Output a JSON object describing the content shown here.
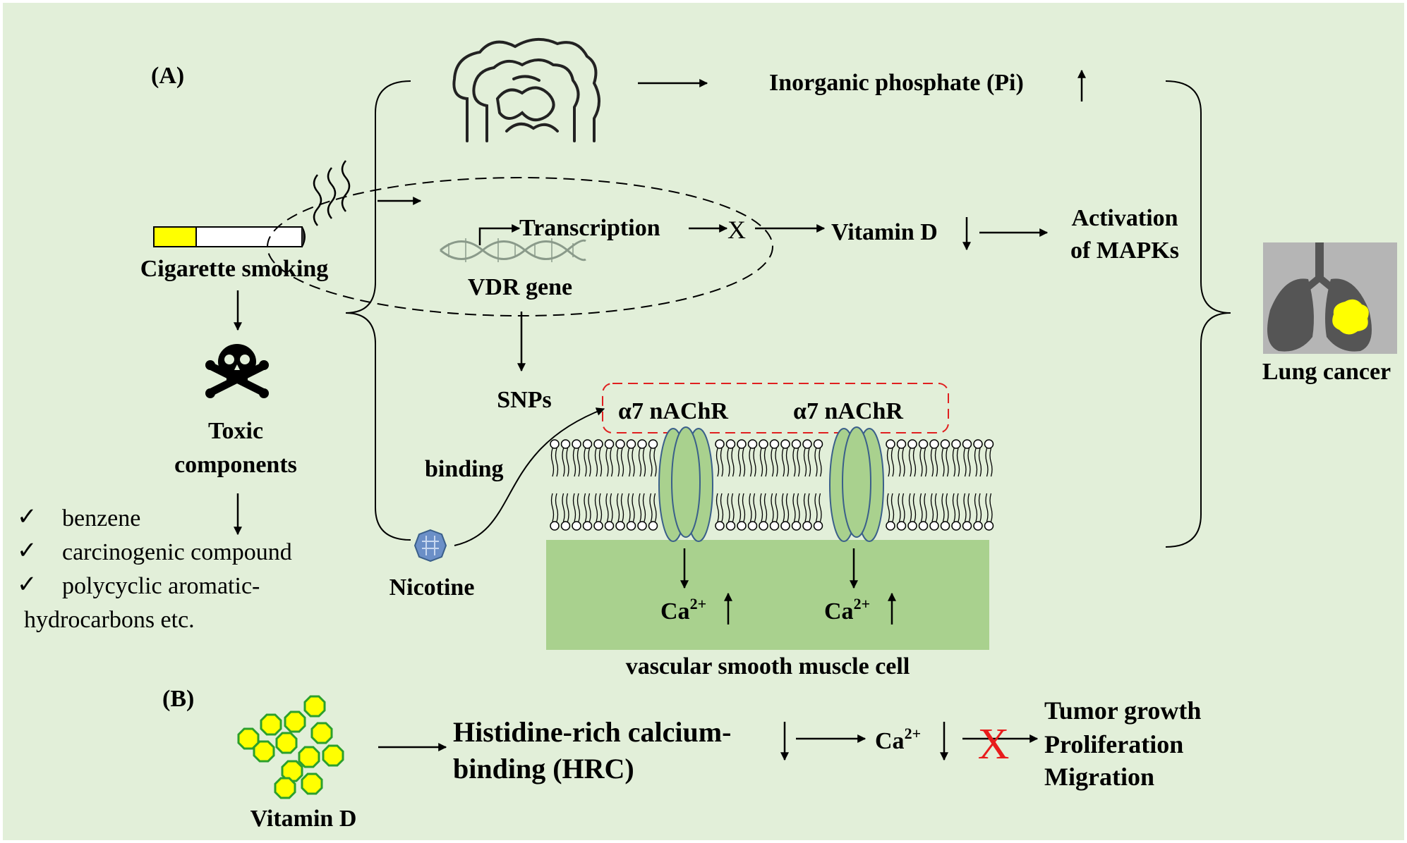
{
  "panels": {
    "a": "(A)",
    "b": "(B)"
  },
  "smoking": {
    "label": "Cigarette smoking"
  },
  "toxic": {
    "line1": "Toxic",
    "line2": "components"
  },
  "checklist": [
    {
      "mark": "✓",
      "text": "benzene"
    },
    {
      "mark": "✓",
      "text": "carcinogenic compound"
    },
    {
      "mark": "✓",
      "text": "polycyclic aromatic-"
    }
  ],
  "checklist_cont": "hydrocarbons etc.",
  "pathway": {
    "phosphate": "Inorganic phosphate (Pi)",
    "transcription": "Transcription",
    "block_mark": "X",
    "vdr": "VDR gene",
    "vitamin_d": "Vitamin D",
    "mapk_line1": "Activation",
    "mapk_line2": "of MAPKs",
    "snps": "SNPs",
    "binding": "binding",
    "nicotine": "Nicotine",
    "receptor_left": "α7 nAChR",
    "receptor_right": "α7 nAChR",
    "ca_base": "Ca",
    "ca_charge": "2+",
    "cell": "vascular smooth muscle cell"
  },
  "outcome": {
    "lung": "Lung cancer"
  },
  "panel_b": {
    "vitamin_d": "Vitamin D",
    "hrc_line1": "Histidine-rich calcium-",
    "hrc_line2": "binding (HRC)",
    "ca_base": "Ca",
    "ca_charge": "2+",
    "block_mark": "X",
    "effects": [
      "Tumor growth",
      "Proliferation",
      "Migration"
    ]
  },
  "colors": {
    "background": "#e2efd9",
    "cell": "#a9d18e",
    "channel": "#a9d18e",
    "channel_outline": "#3a5f8a",
    "dashed_box": "#e02020",
    "cross": "#e81c1c",
    "tumor": "#ffff00",
    "vitamin_fill": "#ffff00",
    "vitamin_outline": "#2ca02c",
    "lung": "#555555",
    "cigarette_filter": "#ffff00",
    "nicotine": "#6b8fc7"
  }
}
